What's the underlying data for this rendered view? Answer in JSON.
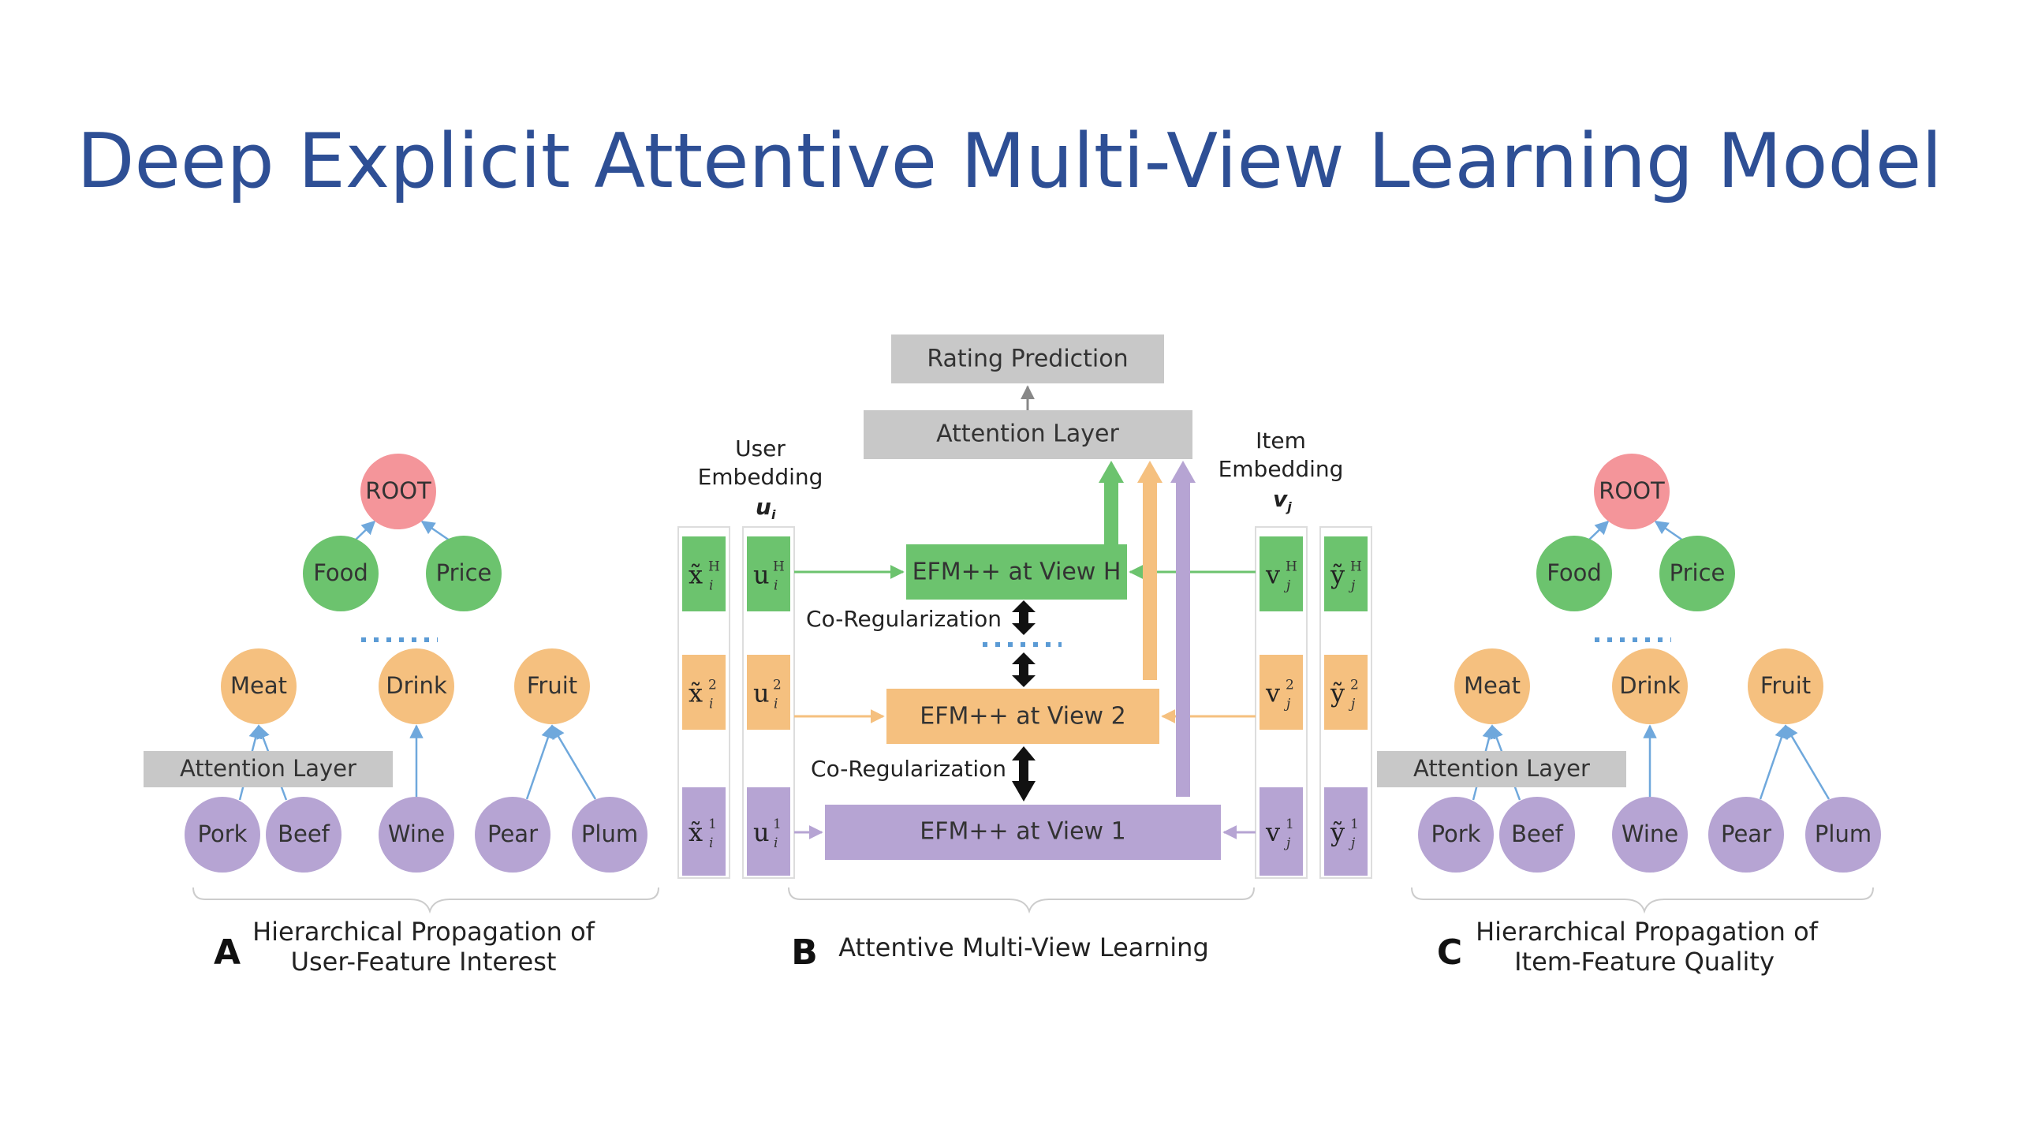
{
  "title": "Deep Explicit Attentive Multi-View Learning Model",
  "colors": {
    "root": "#f4959a",
    "food": "#6cc36e",
    "meat": "#f5c07f",
    "leaf": "#b6a4d3",
    "gray": "#c8c8c8",
    "green": "#6cc36e",
    "orange": "#f5c07f",
    "purple": "#b6a4d3",
    "dots": "#5b9bd5",
    "title": "#2e4f95"
  },
  "panel_a": {
    "letter": "A",
    "caption_line1": "Hierarchical Propagation of",
    "caption_line2": "User-Feature Interest",
    "root": "ROOT",
    "level1": [
      "Food",
      "Price"
    ],
    "level2": [
      "Meat",
      "Drink",
      "Fruit"
    ],
    "leaves": [
      "Pork",
      "Beef",
      "Wine",
      "Pear",
      "Plum"
    ],
    "attention": "Attention Layer"
  },
  "panel_b": {
    "letter": "B",
    "caption": "Attentive Multi-View Learning",
    "rating": "Rating Prediction",
    "attention": "Attention Layer",
    "user_emb_line1": "User",
    "user_emb_line2": "Embedding",
    "user_emb_sym": "u",
    "user_emb_sub": "i",
    "item_emb_line1": "Item",
    "item_emb_line2": "Embedding",
    "item_emb_sym": "v",
    "item_emb_sub": "j",
    "view_h": "EFM++ at View H",
    "view_2": "EFM++ at View 2",
    "view_1": "EFM++ at View 1",
    "coreg": "Co-Regularization",
    "xt": "x̃",
    "u": "u",
    "v": "v",
    "yt": "ỹ",
    "sub_i": "i",
    "sub_j": "j",
    "sup_h": "H",
    "sup_2": "2",
    "sup_1": "1"
  },
  "panel_c": {
    "letter": "C",
    "caption_line1": "Hierarchical Propagation of",
    "caption_line2": "Item-Feature Quality",
    "root": "ROOT",
    "level1": [
      "Food",
      "Price"
    ],
    "level2": [
      "Meat",
      "Drink",
      "Fruit"
    ],
    "leaves": [
      "Pork",
      "Beef",
      "Wine",
      "Pear",
      "Plum"
    ],
    "attention": "Attention Layer"
  }
}
